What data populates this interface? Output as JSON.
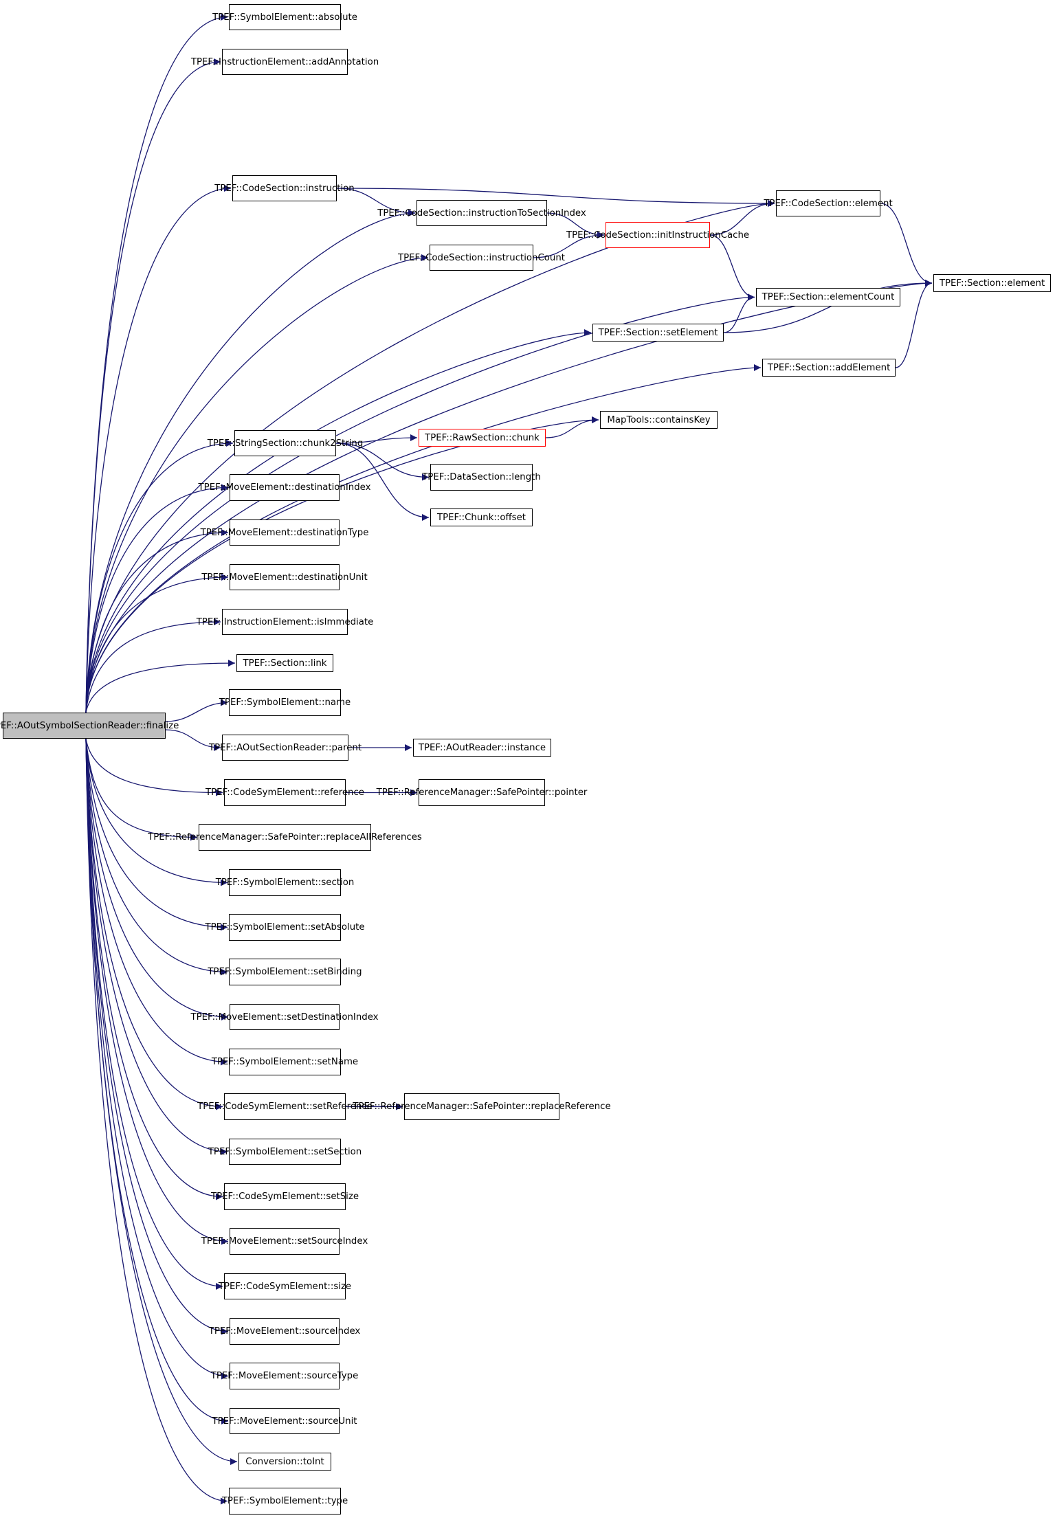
{
  "colors": {
    "edge": "#191970",
    "root_fill": "#bfbfbf",
    "highlight_border": "#ff0000",
    "node_border": "#000000"
  },
  "root": {
    "line1": "TPEF::AOutSymbolSectionReader",
    "line2": "::finalize"
  },
  "nodes": {
    "absolute": {
      "line1": "TPEF::SymbolElement",
      "line2": "::absolute"
    },
    "addAnnotation": {
      "line1": "TPEF::InstructionElement",
      "line2": "::addAnnotation"
    },
    "cs_instruction": {
      "line1": "TPEF::CodeSection::",
      "line2": "instruction"
    },
    "cs_instructionToSectionIndex": {
      "line1": "TPEF::CodeSection::",
      "line2": "instructionToSectionIndex"
    },
    "cs_instructionCount": {
      "line1": "TPEF::CodeSection::",
      "line2": "instructionCount"
    },
    "cs_initInstructionCache": {
      "line1": "TPEF::CodeSection::",
      "line2": "initInstructionCache"
    },
    "cs_element": {
      "line1": "TPEF::CodeSection::",
      "line2": "element"
    },
    "sec_element": {
      "line1": "TPEF::Section::element"
    },
    "sec_elementCount": {
      "line1": "TPEF::Section::elementCount"
    },
    "sec_setElement": {
      "line1": "TPEF::Section::setElement"
    },
    "sec_addElement": {
      "line1": "TPEF::Section::addElement"
    },
    "containsKey": {
      "line1": "MapTools::containsKey"
    },
    "chunk2String": {
      "line1": "TPEF::StringSection",
      "line2": "::chunk2String"
    },
    "rawChunk": {
      "line1": "TPEF::RawSection::chunk"
    },
    "dsLength": {
      "line1": "TPEF::DataSection::",
      "line2": "length"
    },
    "chunkOffset": {
      "line1": "TPEF::Chunk::offset"
    },
    "destinationIndex": {
      "line1": "TPEF::MoveElement::",
      "line2": "destinationIndex"
    },
    "destinationType": {
      "line1": "TPEF::MoveElement::",
      "line2": "destinationType"
    },
    "destinationUnit": {
      "line1": "TPEF::MoveElement::",
      "line2": "destinationUnit"
    },
    "isImmediate": {
      "line1": "TPEF::InstructionElement",
      "line2": "::isImmediate"
    },
    "sectionLink": {
      "line1": "TPEF::Section::link"
    },
    "seName": {
      "line1": "TPEF::SymbolElement",
      "line2": "::name"
    },
    "parent": {
      "line1": "TPEF::AOutSectionReader",
      "line2": "::parent"
    },
    "aoutInstance": {
      "line1": "TPEF::AOutReader::instance"
    },
    "reference": {
      "line1": "TPEF::CodeSymElement",
      "line2": "::reference"
    },
    "spPointer": {
      "line1": "TPEF::ReferenceManager",
      "line2": "::SafePointer::pointer"
    },
    "replaceAllReferences": {
      "line1": "TPEF::ReferenceManager",
      "line2": "::SafePointer::replaceAllReferences"
    },
    "seSection": {
      "line1": "TPEF::SymbolElement",
      "line2": "::section"
    },
    "setAbsolute": {
      "line1": "TPEF::SymbolElement",
      "line2": "::setAbsolute"
    },
    "setBinding": {
      "line1": "TPEF::SymbolElement",
      "line2": "::setBinding"
    },
    "setDestinationIndex": {
      "line1": "TPEF::MoveElement::",
      "line2": "setDestinationIndex"
    },
    "setName": {
      "line1": "TPEF::SymbolElement",
      "line2": "::setName"
    },
    "setReference": {
      "line1": "TPEF::CodeSymElement",
      "line2": "::setReference"
    },
    "replaceReference": {
      "line1": "TPEF::ReferenceManager",
      "line2": "::SafePointer::replaceReference"
    },
    "setSection": {
      "line1": "TPEF::SymbolElement",
      "line2": "::setSection"
    },
    "setSize": {
      "line1": "TPEF::CodeSymElement",
      "line2": "::setSize"
    },
    "setSourceIndex": {
      "line1": "TPEF::MoveElement::",
      "line2": "setSourceIndex"
    },
    "csSize": {
      "line1": "TPEF::CodeSymElement",
      "line2": "::size"
    },
    "sourceIndex": {
      "line1": "TPEF::MoveElement::",
      "line2": "sourceIndex"
    },
    "sourceType": {
      "line1": "TPEF::MoveElement::",
      "line2": "sourceType"
    },
    "sourceUnit": {
      "line1": "TPEF::MoveElement::",
      "line2": "sourceUnit"
    },
    "toInt": {
      "line1": "Conversion::toInt"
    },
    "seType": {
      "line1": "TPEF::SymbolElement",
      "line2": "::type"
    }
  },
  "edges": [
    [
      "root",
      "absolute"
    ],
    [
      "root",
      "addAnnotation"
    ],
    [
      "root",
      "sec_element"
    ],
    [
      "root",
      "cs_element"
    ],
    [
      "root",
      "cs_instruction"
    ],
    [
      "root",
      "cs_instructionToSectionIndex"
    ],
    [
      "root",
      "cs_instructionCount"
    ],
    [
      "root",
      "sec_elementCount"
    ],
    [
      "root",
      "sec_setElement"
    ],
    [
      "root",
      "sec_addElement"
    ],
    [
      "root",
      "containsKey"
    ],
    [
      "root",
      "chunk2String"
    ],
    [
      "root",
      "destinationIndex"
    ],
    [
      "root",
      "destinationType"
    ],
    [
      "root",
      "destinationUnit"
    ],
    [
      "root",
      "isImmediate"
    ],
    [
      "root",
      "sectionLink"
    ],
    [
      "root",
      "seName"
    ],
    [
      "root",
      "parent"
    ],
    [
      "root",
      "reference"
    ],
    [
      "root",
      "replaceAllReferences"
    ],
    [
      "root",
      "seSection"
    ],
    [
      "root",
      "setAbsolute"
    ],
    [
      "root",
      "setBinding"
    ],
    [
      "root",
      "setDestinationIndex"
    ],
    [
      "root",
      "setName"
    ],
    [
      "root",
      "setReference"
    ],
    [
      "root",
      "setSection"
    ],
    [
      "root",
      "setSize"
    ],
    [
      "root",
      "setSourceIndex"
    ],
    [
      "root",
      "csSize"
    ],
    [
      "root",
      "sourceIndex"
    ],
    [
      "root",
      "sourceType"
    ],
    [
      "root",
      "sourceUnit"
    ],
    [
      "root",
      "toInt"
    ],
    [
      "root",
      "seType"
    ],
    [
      "cs_instruction",
      "cs_element"
    ],
    [
      "cs_instruction",
      "cs_instructionToSectionIndex"
    ],
    [
      "cs_instructionToSectionIndex",
      "cs_initInstructionCache"
    ],
    [
      "cs_instructionCount",
      "cs_initInstructionCache"
    ],
    [
      "cs_initInstructionCache",
      "cs_element"
    ],
    [
      "cs_initInstructionCache",
      "sec_elementCount"
    ],
    [
      "cs_element",
      "sec_element"
    ],
    [
      "sec_setElement",
      "sec_elementCount"
    ],
    [
      "sec_setElement",
      "sec_element"
    ],
    [
      "sec_addElement",
      "sec_element"
    ],
    [
      "chunk2String",
      "rawChunk"
    ],
    [
      "chunk2String",
      "dsLength"
    ],
    [
      "chunk2String",
      "chunkOffset"
    ],
    [
      "rawChunk",
      "containsKey"
    ],
    [
      "parent",
      "aoutInstance"
    ],
    [
      "reference",
      "spPointer"
    ],
    [
      "setReference",
      "replaceReference"
    ]
  ]
}
